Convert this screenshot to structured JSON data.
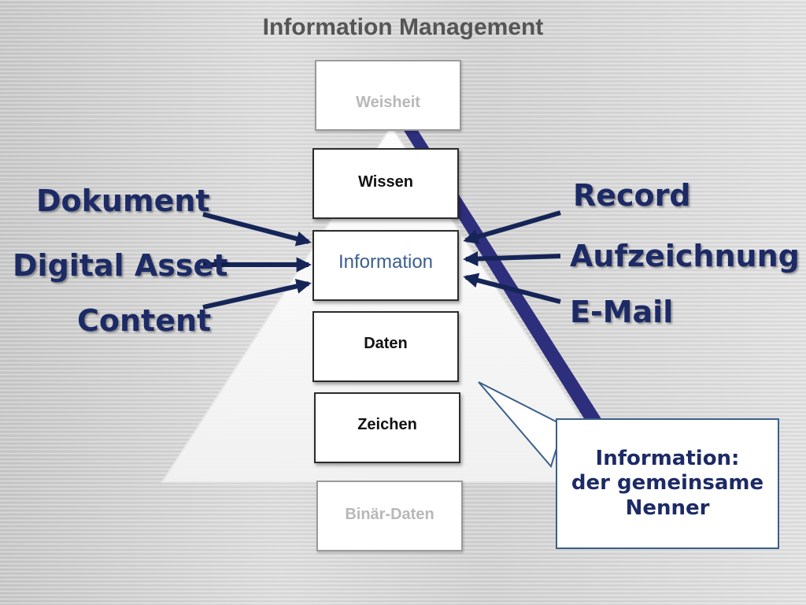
{
  "title": "Information Management",
  "levels": {
    "weisheit": "Weisheit",
    "wissen": "Wissen",
    "information": "Information",
    "daten": "Daten",
    "zeichen": "Zeichen",
    "binaer": "Binär-Daten"
  },
  "left_terms": [
    "Dokument",
    "Digital Asset",
    "Content"
  ],
  "right_terms": [
    "Record",
    "Aufzeichnung",
    "E-Mail"
  ],
  "callout": {
    "line1": "Information:",
    "line2": "der gemeinsame",
    "line3": "Nenner"
  },
  "colors": {
    "label": "#1c2a66",
    "arrow": "#152557",
    "diagonal_bar": "#2e2f7c",
    "information_text": "#3a5f8f",
    "title": "#555555"
  }
}
